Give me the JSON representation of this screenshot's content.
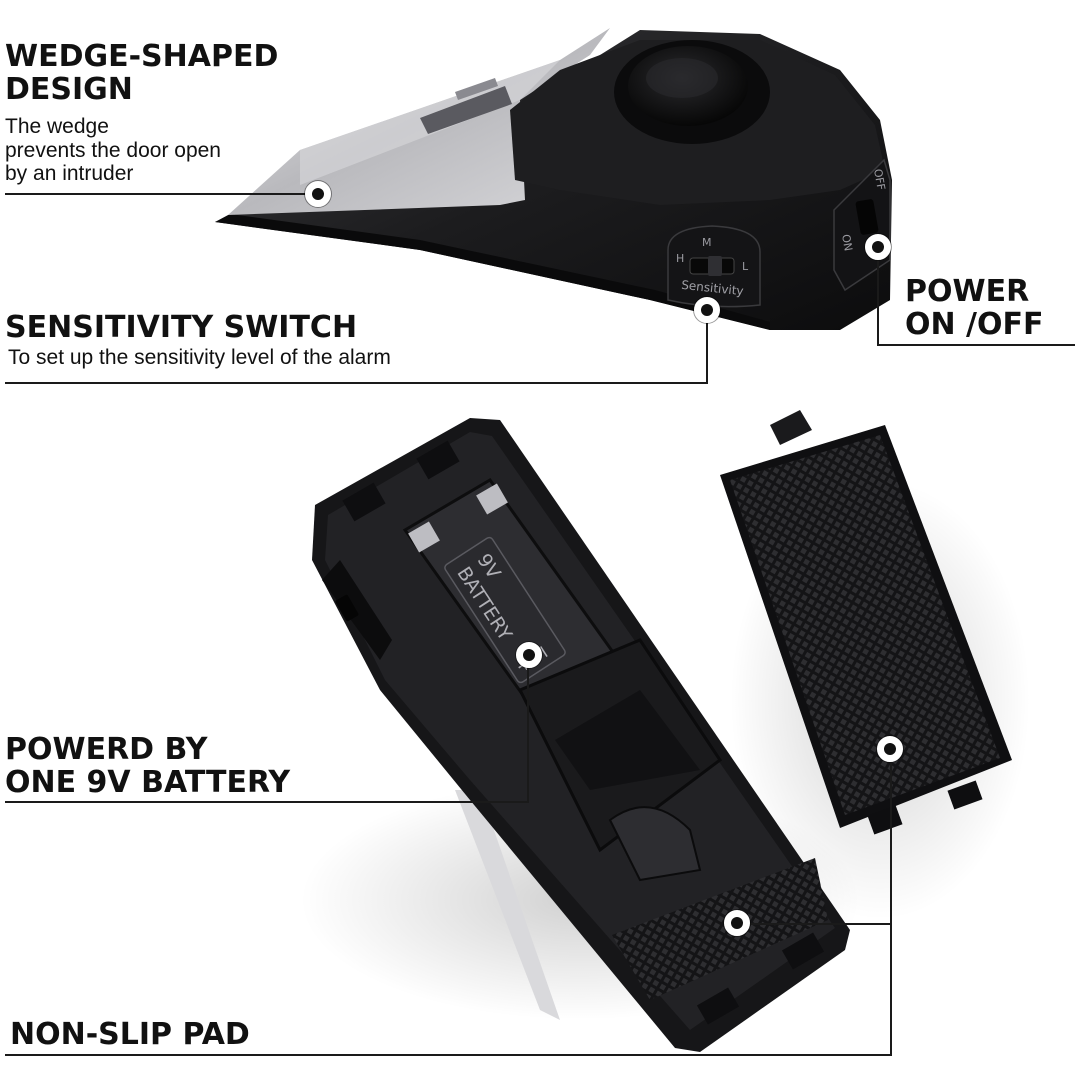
{
  "callouts": {
    "wedge": {
      "title_line1": "WEDGE-SHAPED",
      "title_line2": "DESIGN",
      "desc_line1": "The wedge",
      "desc_line2": "prevents the door open",
      "desc_line3": "by an intruder"
    },
    "power": {
      "title_line1": "POWER",
      "title_line2": "ON /OFF"
    },
    "sensitivity": {
      "title": "SENSITIVITY SWITCH",
      "desc": "To set up the sensitivity level of the alarm"
    },
    "battery": {
      "title_line1": "POWERD BY",
      "title_line2": "ONE 9V BATTERY"
    },
    "pad": {
      "title": "NON-SLIP PAD"
    }
  },
  "product_markings": {
    "switch_levels": {
      "h": "H",
      "m": "M",
      "l": "L"
    },
    "switch_label": "Sensitivity",
    "power_side": "ON",
    "power_side_off": "OFF",
    "battery_label": "9V",
    "battery_word": "BATTERY",
    "battery_plus": "+",
    "battery_minus": "−"
  },
  "colors": {
    "device_body": "#1c1c1e",
    "device_shadow": "#0b0b0c",
    "metal_plate": "#c9c9cc",
    "callout_line": "#1a1a1a",
    "text": "#111111",
    "background": "#ffffff"
  }
}
